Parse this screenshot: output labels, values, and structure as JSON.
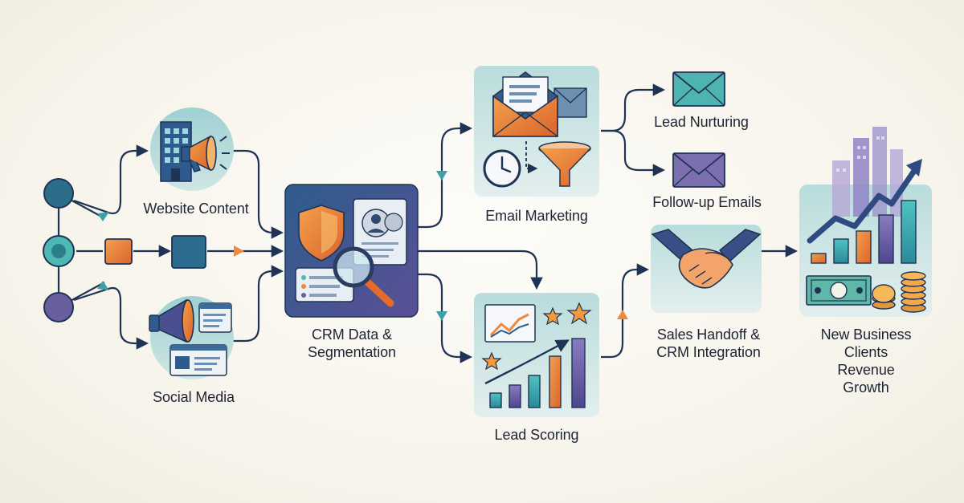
{
  "nodes": {
    "website_content": {
      "label": "Website Content"
    },
    "social_media": {
      "label": "Social Media"
    },
    "crm_data": {
      "label": "CRM Data &\nSegmentation"
    },
    "email_marketing": {
      "label": "Email Marketing"
    },
    "lead_nurturing": {
      "label": "Lead Nurturing"
    },
    "follow_up_emails": {
      "label": "Follow-up Emails"
    },
    "lead_scoring": {
      "label": "Lead Scoring"
    },
    "sales_handoff": {
      "label": "Sales Handoff &\nCRM Integration"
    },
    "new_business": {
      "label": "New Business Clients\nRevenue Growth"
    }
  },
  "colors": {
    "line": "#1f3354",
    "teal": "#3f9fa8",
    "navy": "#2b4a78",
    "orange": "#ef8a3c",
    "purple": "#6a5f9e",
    "panel": "#dcebec"
  },
  "icons": [
    "building-icon",
    "megaphone-icon",
    "browser-window-icon",
    "shield-icon",
    "user-profile-icon",
    "magnifier-icon",
    "envelope-icon",
    "clock-icon",
    "funnel-icon",
    "line-chart-icon",
    "star-icon",
    "bar-chart-icon",
    "handshake-icon",
    "city-skyline-icon",
    "money-icon",
    "coins-icon"
  ]
}
